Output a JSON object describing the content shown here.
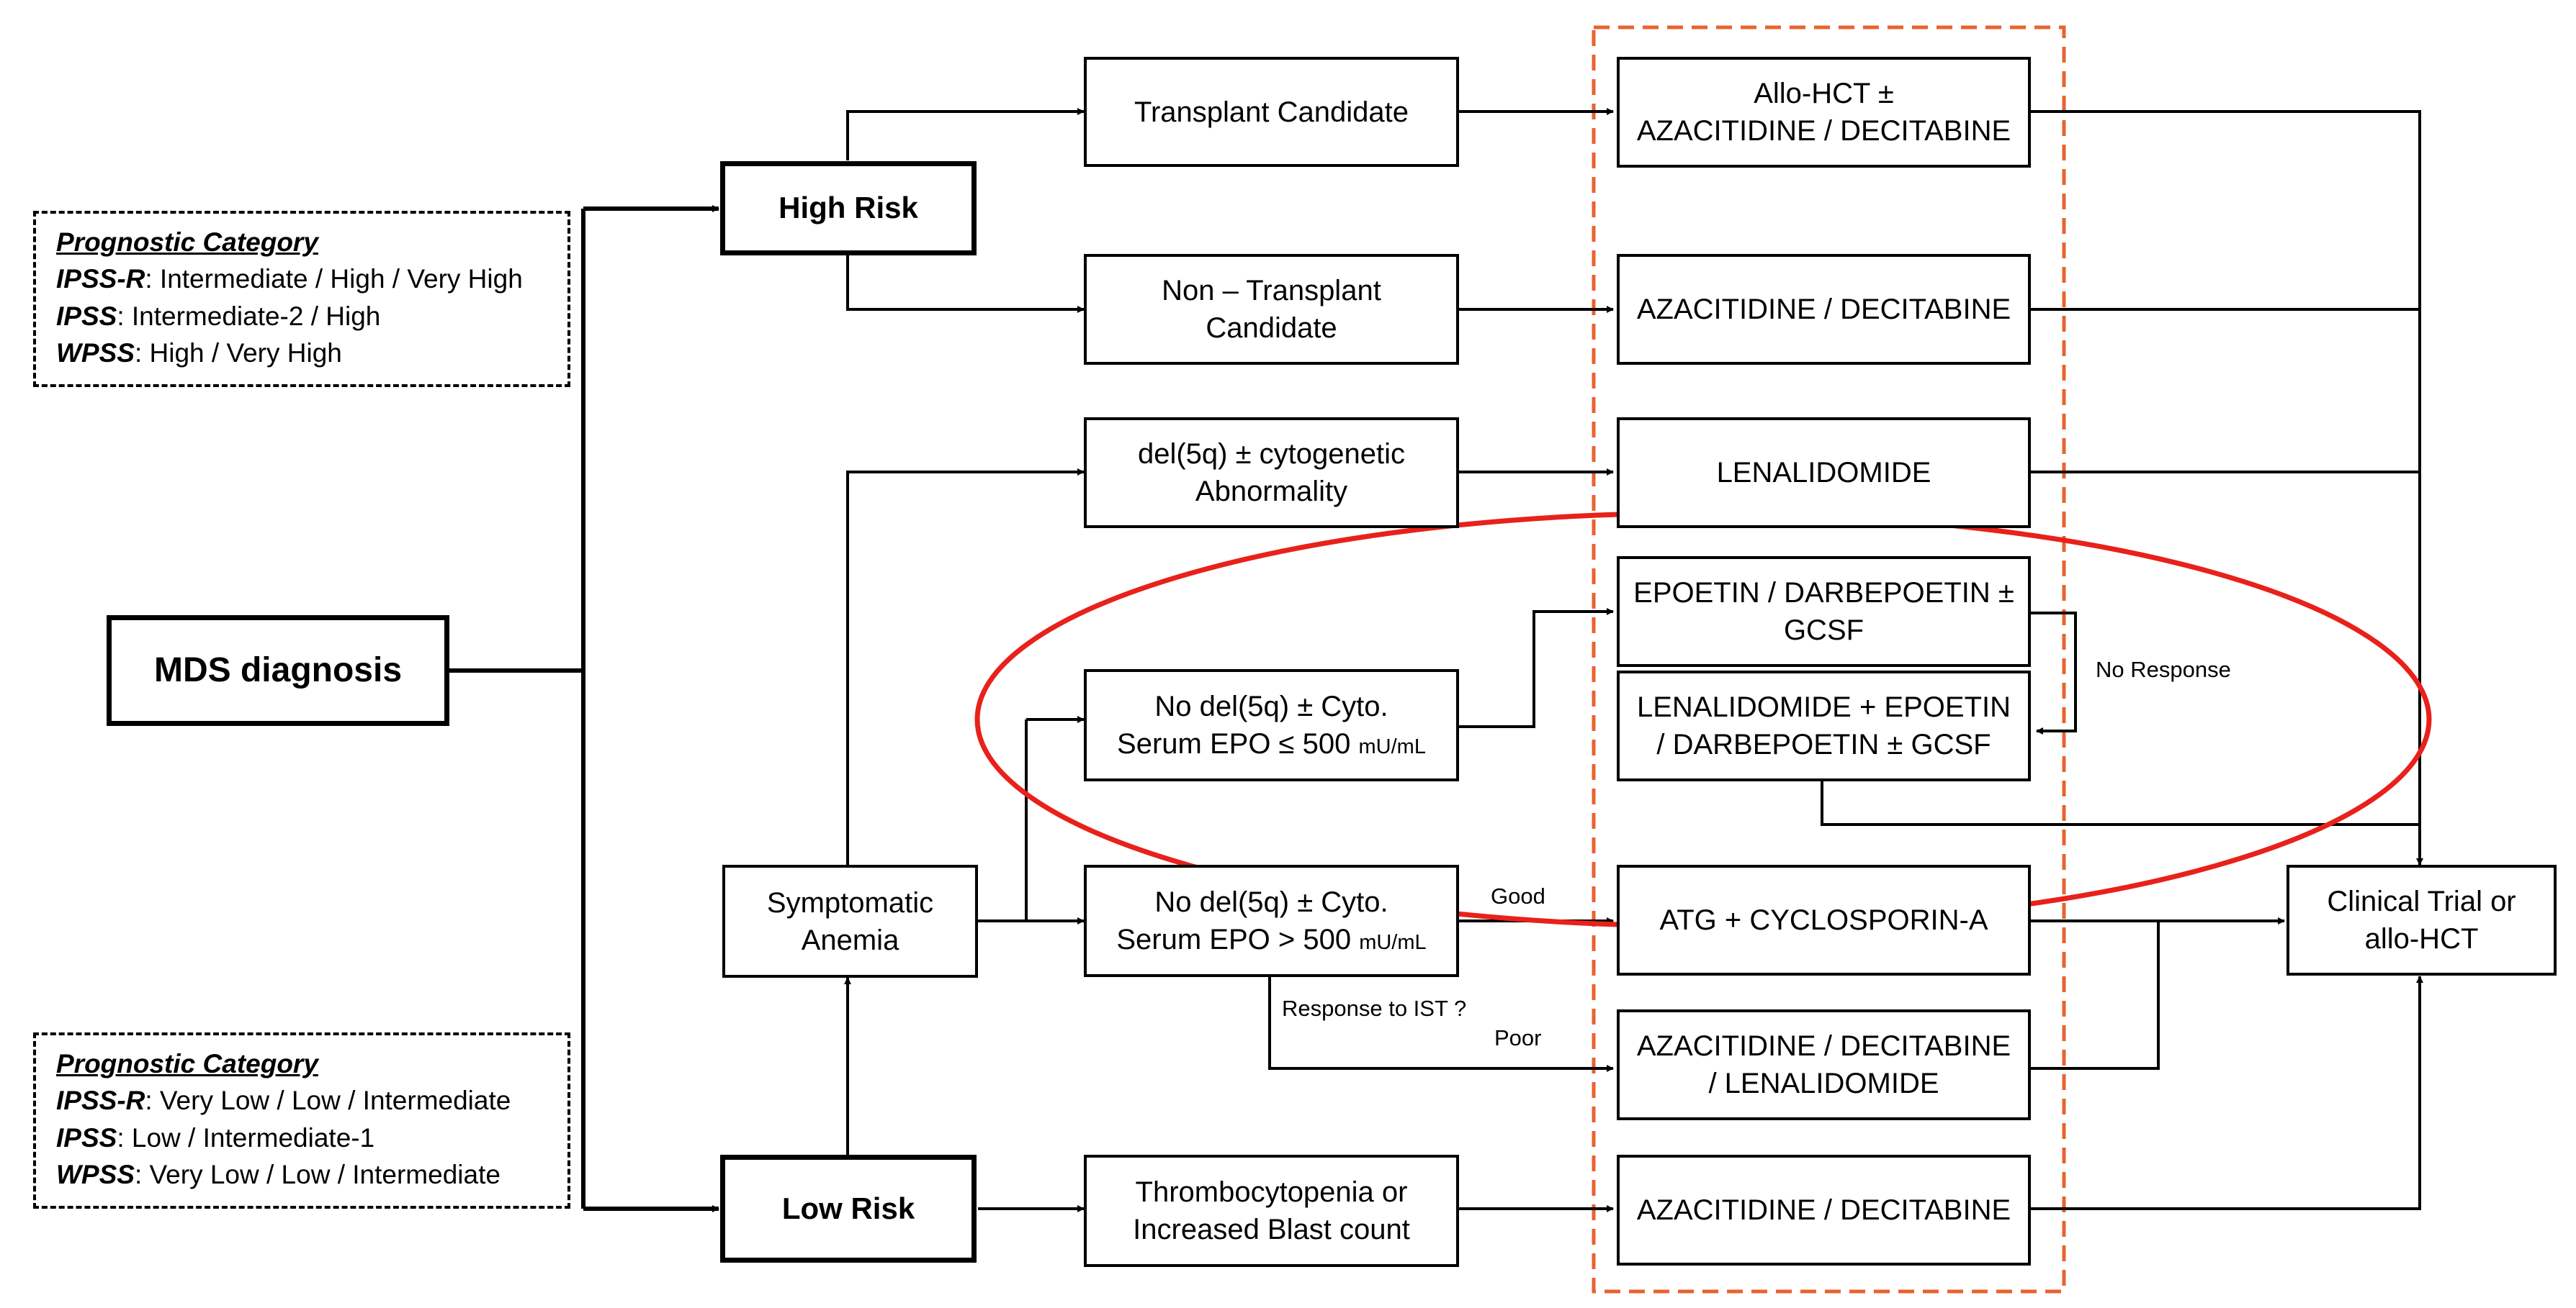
{
  "nodes": {
    "mds": "MDS diagnosis",
    "high_risk": "High Risk",
    "low_risk": "Low Risk",
    "transplant_candidate": "Transplant Candidate",
    "non_transplant": [
      "Non – Transplant",
      "Candidate"
    ],
    "del5q": [
      "del(5q) ± cytogenetic",
      "Abnormality"
    ],
    "no_del5q_low": {
      "line1": "No del(5q) ± Cyto.",
      "line2": "Serum EPO ≤ 500",
      "unit": "mU/mL"
    },
    "no_del5q_high": {
      "line1": "No del(5q) ± Cyto.",
      "line2": "Serum EPO > 500",
      "unit": "mU/mL"
    },
    "symptomatic_anemia": [
      "Symptomatic",
      "Anemia"
    ],
    "thrombocytopenia": [
      "Thrombocytopenia or",
      "Increased Blast count"
    ],
    "allo_hct_aza": [
      "Allo-HCT ±",
      "AZACITIDINE / DECITABINE"
    ],
    "aza_dec_1": "AZACITIDINE / DECITABINE",
    "lenalidomide": "LENALIDOMIDE",
    "epoetin": [
      "EPOETIN / DARBEPOETIN ±",
      "GCSF"
    ],
    "len_epoetin": [
      "LENALIDOMIDE + EPOETIN",
      "/ DARBEPOETIN ± GCSF"
    ],
    "atg": "ATG + CYCLOSPORIN-A",
    "aza_dec_len": [
      "AZACITIDINE / DECITABINE",
      "/ LENALIDOMIDE"
    ],
    "aza_dec_2": "AZACITIDINE / DECITABINE",
    "clinical_trial": [
      "Clinical Trial or",
      "allo-HCT"
    ]
  },
  "prognostic_high": {
    "title": "Prognostic Category",
    "rows": [
      {
        "key": "IPSS-R",
        "value": ": Intermediate / High / Very High"
      },
      {
        "key": "IPSS",
        "value": ": Intermediate-2 / High"
      },
      {
        "key": "WPSS",
        "value": ": High / Very High"
      }
    ]
  },
  "prognostic_low": {
    "title": "Prognostic Category",
    "rows": [
      {
        "key": "IPSS-R",
        "value": ": Very Low / Low / Intermediate"
      },
      {
        "key": "IPSS",
        "value": ": Low / Intermediate-1"
      },
      {
        "key": "WPSS",
        "value": ": Very Low / Low / Intermediate"
      }
    ]
  },
  "edge_labels": {
    "no_response": "No Response",
    "good": "Good",
    "response_to_ist": "Response to IST ?",
    "poor": "Poor"
  },
  "colors": {
    "highlight_ellipse": "#e8211b",
    "dashed_column": "#e8632e",
    "line": "#000000"
  }
}
